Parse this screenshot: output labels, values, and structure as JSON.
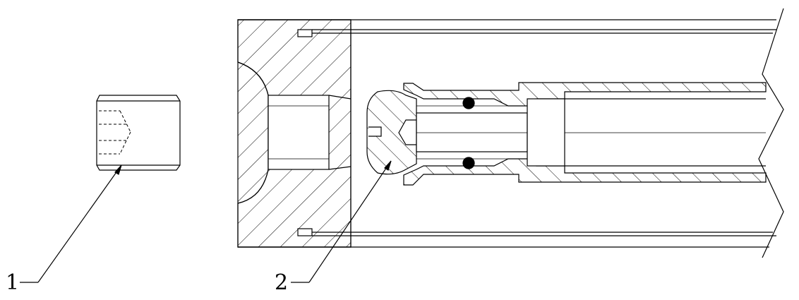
{
  "diagram": {
    "labels": [
      {
        "id": "1",
        "text": "1"
      },
      {
        "id": "2",
        "text": "2"
      }
    ],
    "colors": {
      "stroke": "#000000",
      "background": "#ffffff",
      "seal": "#000000"
    }
  }
}
